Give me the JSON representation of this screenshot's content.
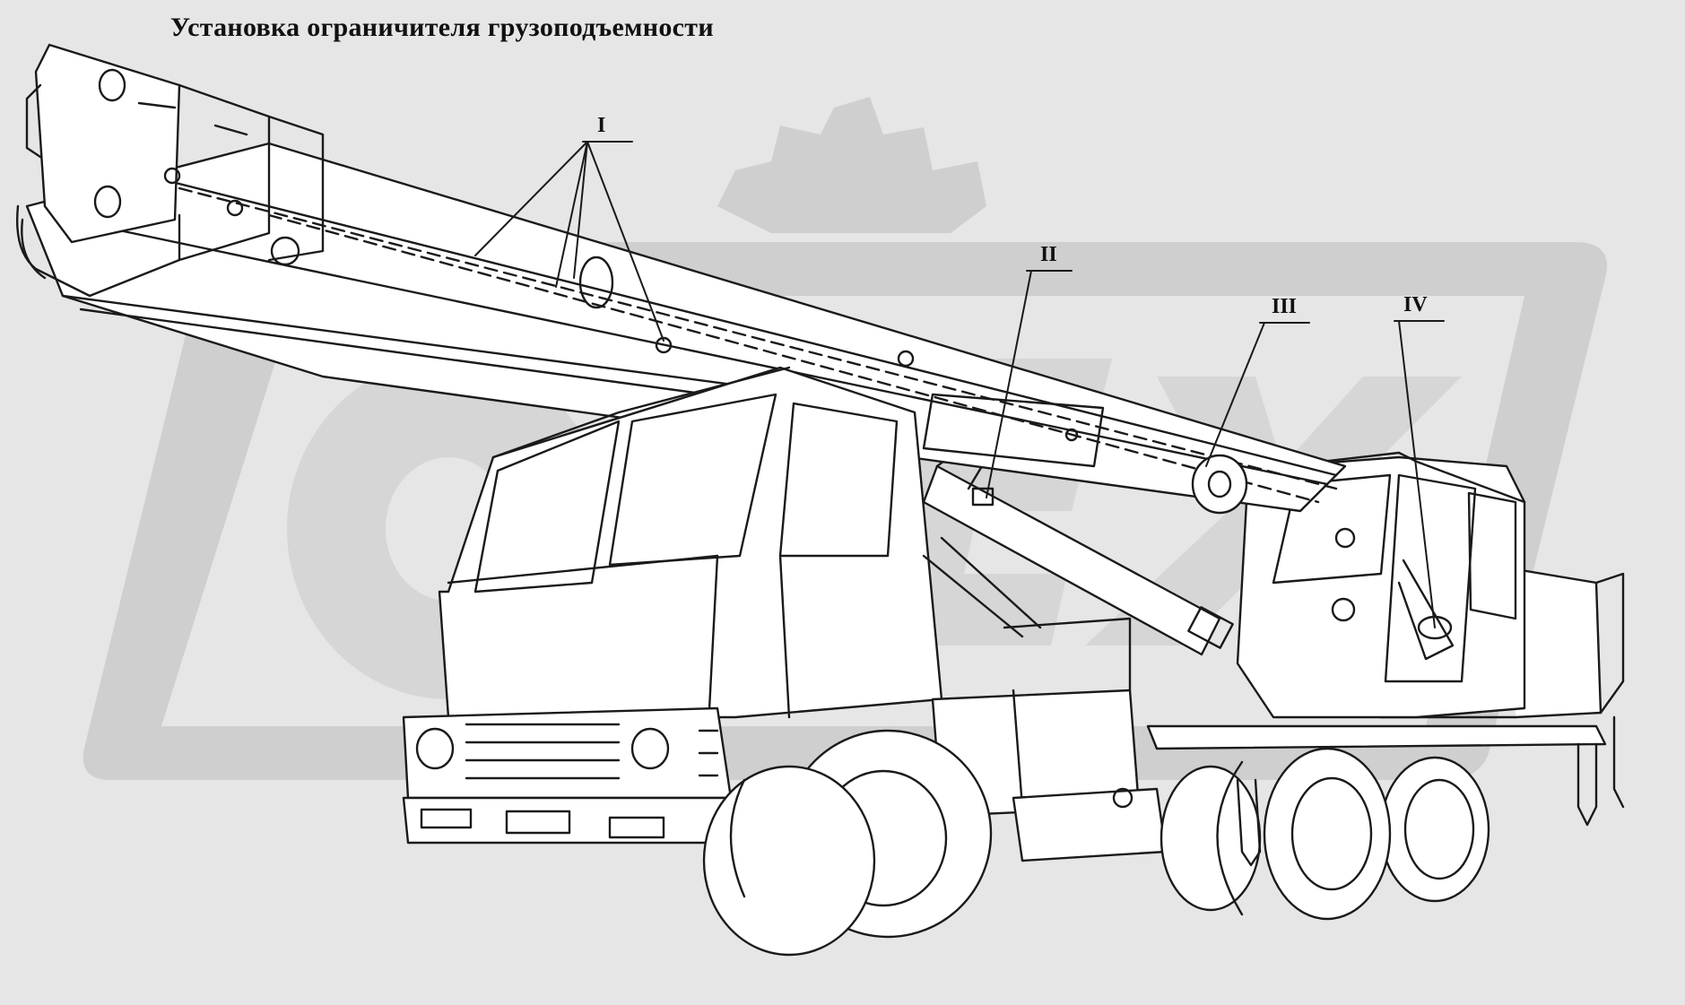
{
  "title": "Установка ограничителя грузоподъемности",
  "callouts": {
    "I": "I",
    "II": "II",
    "III": "III",
    "IV": "IV"
  },
  "watermark": {
    "text": "ОРЕХ",
    "color": "#cfcfcf"
  },
  "colors": {
    "background": "#e6e6e6",
    "line": "#1a1a1a",
    "body_fill": "#ffffff"
  }
}
